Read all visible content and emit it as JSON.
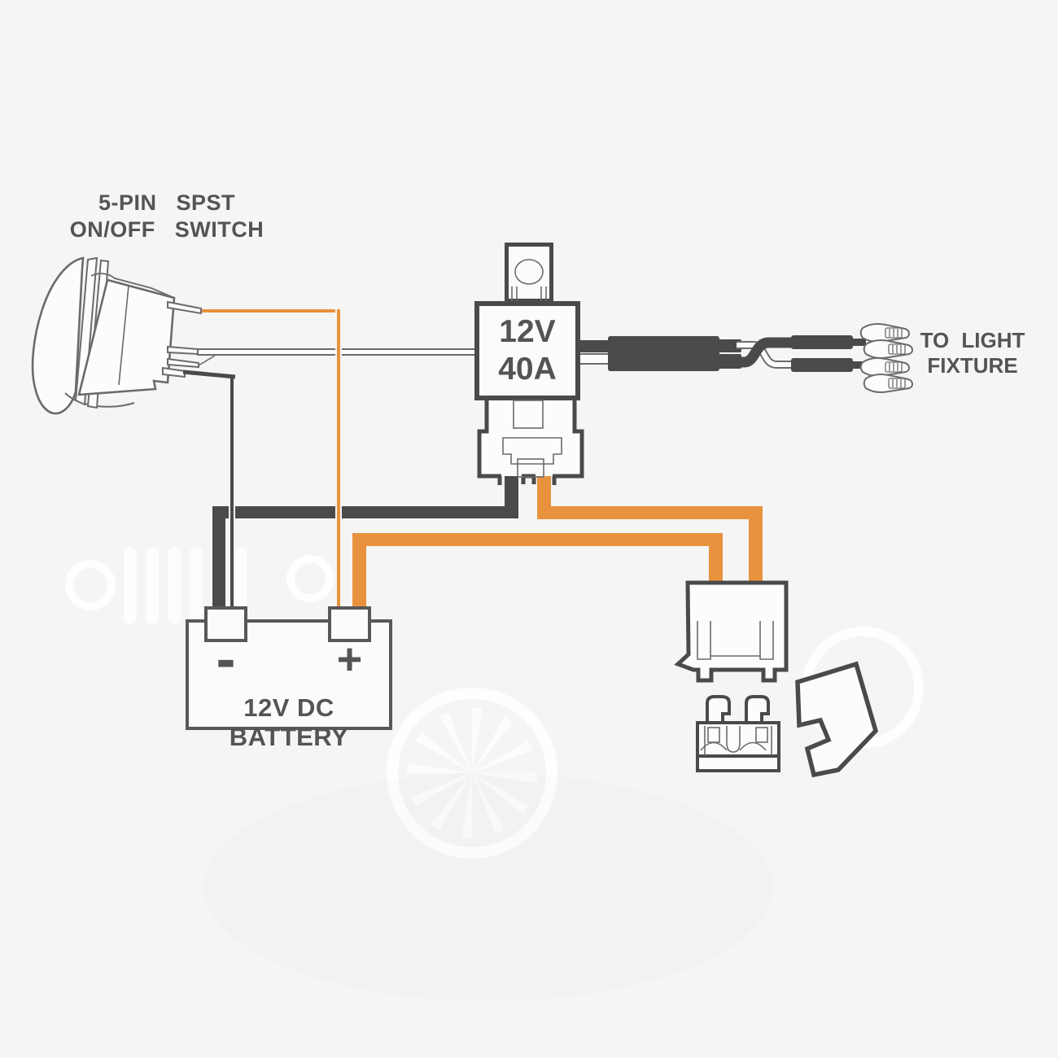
{
  "diagram": {
    "switch_label": {
      "line1": "5-PIN SPST",
      "line2": "ON/OFF SWITCH"
    },
    "relay": {
      "voltage": "12V",
      "current": "40A"
    },
    "light_label": {
      "line1": "TO LIGHT",
      "line2": "FIXTURE"
    },
    "battery": {
      "label": "12V DC BATTERY",
      "negative_symbol": "-",
      "positive_symbol": "+"
    }
  },
  "colors": {
    "background": "#f5f5f4",
    "wire_orange": "#e9923e",
    "wire_dark": "#4a4a4c",
    "outline_gray": "#6b6b6d",
    "text_gray": "#545457"
  }
}
